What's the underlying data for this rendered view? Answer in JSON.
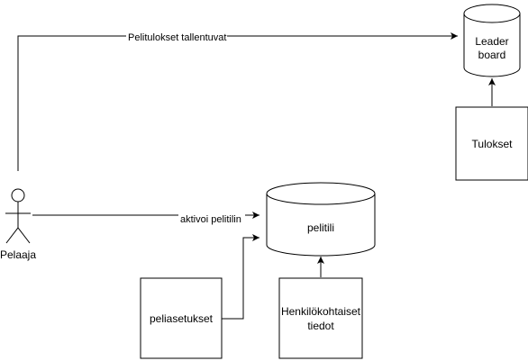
{
  "diagram": {
    "actor": {
      "label": "Pelaaja"
    },
    "leaderboard": {
      "label_line1": "Leader",
      "label_line2": "board"
    },
    "results": {
      "label": "Tulokset"
    },
    "game_account": {
      "label": "pelitili"
    },
    "game_settings": {
      "label": "peliasetukset"
    },
    "personal_data": {
      "label_line1": "Henkilökohtaiset",
      "label_line2": "tiedot"
    },
    "edges": {
      "results_saved": "Pelitulokset tallentuvat",
      "activate_account": "aktivoi pelitilin"
    }
  },
  "colors": {
    "stroke": "#000000",
    "fill": "#ffffff",
    "text": "#000000"
  }
}
